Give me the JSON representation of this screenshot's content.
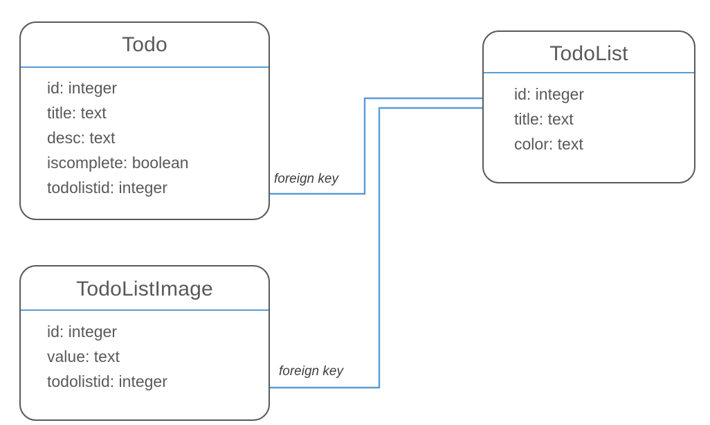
{
  "diagram": {
    "type": "entity-relationship-diagram",
    "background_color": "#ffffff",
    "entity_border_color": "#595959",
    "accent_color": "#5b9bd5",
    "text_color": "#595959"
  },
  "entities": [
    {
      "id": "todo",
      "name": "Todo",
      "fields": [
        "id: integer",
        "title: text",
        "desc: text",
        "iscomplete: boolean",
        "todolistid: integer"
      ]
    },
    {
      "id": "todolist",
      "name": "TodoList",
      "fields": [
        "id: integer",
        "title: text",
        "color: text"
      ]
    },
    {
      "id": "todolistimage",
      "name": "TodoListImage",
      "fields": [
        "id: integer",
        "value: text",
        "todolistid: integer"
      ]
    }
  ],
  "relationships": [
    {
      "id": "todo-to-todolist",
      "label": "foreign key",
      "from_entity": "Todo",
      "from_field": "todolistid: integer",
      "to_entity": "TodoList",
      "to_field": "id: integer"
    },
    {
      "id": "todolistimage-to-todolist",
      "label": "foreign key",
      "from_entity": "TodoListImage",
      "from_field": "todolistid: integer",
      "to_entity": "TodoList",
      "to_field": "id: integer"
    }
  ]
}
